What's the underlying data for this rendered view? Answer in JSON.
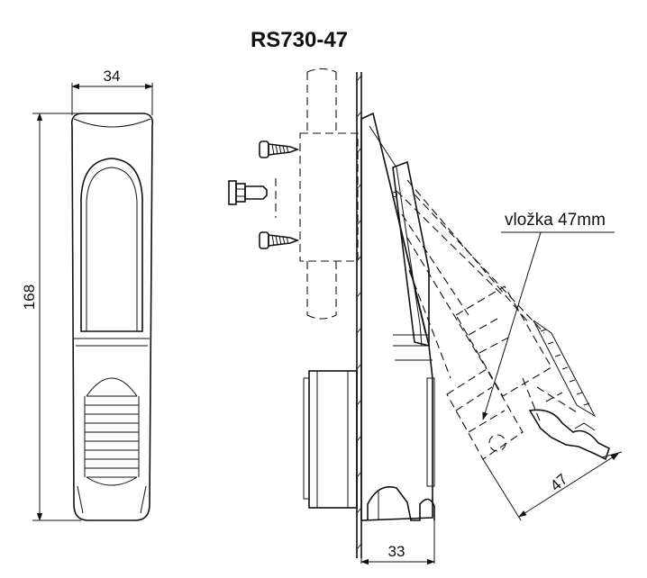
{
  "title": "RS730-47",
  "dimensions": {
    "front_width": "34",
    "front_height": "168",
    "side_depth": "33",
    "insert_length": "47"
  },
  "callout": {
    "label": "vložka 47mm"
  },
  "colors": {
    "line": "#111111",
    "background": "#ffffff"
  }
}
